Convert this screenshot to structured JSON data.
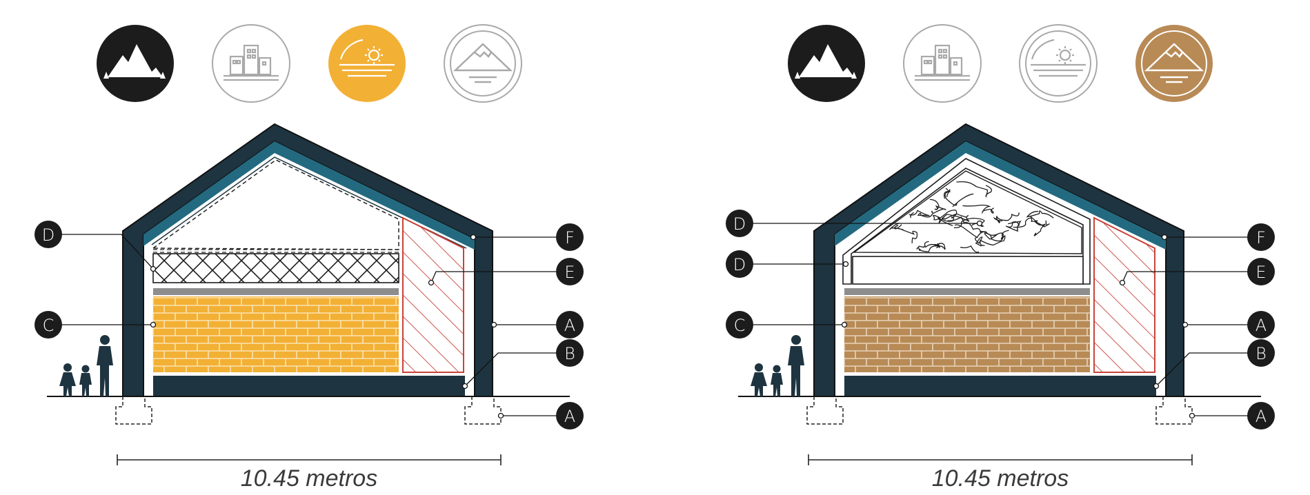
{
  "colors": {
    "wall_dark": "#1e3440",
    "teal": "#236a80",
    "yellow": "#f2b035",
    "brown": "#b88a55",
    "black": "#1c1c1c",
    "grey_icon": "#a9a9a9",
    "red_hatch": "#c8423a"
  },
  "panels": [
    {
      "id": "left",
      "icons": [
        {
          "name": "mountains-icon",
          "style": "filled",
          "fill": "#1c1c1c"
        },
        {
          "name": "city-buildings-icon",
          "style": "outline",
          "fill": "#ffffff"
        },
        {
          "name": "sun-sea-icon",
          "style": "filled",
          "fill": "#f2b035"
        },
        {
          "name": "mountain-landscape-icon",
          "style": "outline",
          "fill": "#ffffff"
        }
      ],
      "masonry_color": "#f2b035",
      "attic": "insulation-outline",
      "callouts_left": [
        "D",
        "C"
      ],
      "callouts_right": [
        "F",
        "E",
        "A",
        "B",
        "A"
      ],
      "dimension": "10.45 metros"
    },
    {
      "id": "right",
      "icons": [
        {
          "name": "mountains-icon",
          "style": "filled",
          "fill": "#1c1c1c"
        },
        {
          "name": "city-buildings-icon",
          "style": "outline",
          "fill": "#ffffff"
        },
        {
          "name": "sun-sea-icon",
          "style": "outline",
          "fill": "#ffffff"
        },
        {
          "name": "mountain-landscape-icon",
          "style": "filled",
          "fill": "#b88a55"
        }
      ],
      "masonry_color": "#b88a55",
      "attic": "loose-fill-insulation",
      "callouts_left": [
        "D",
        "D",
        "C"
      ],
      "callouts_right": [
        "F",
        "E",
        "A",
        "B",
        "A"
      ],
      "dimension": "10.45 metros"
    }
  ]
}
